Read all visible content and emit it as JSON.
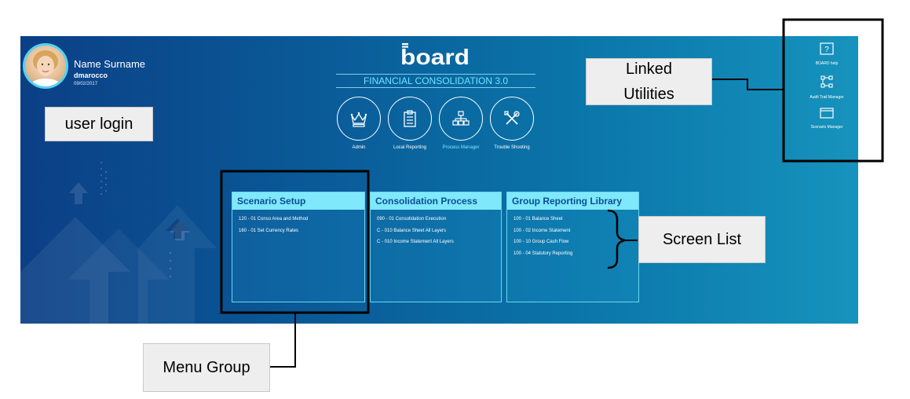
{
  "user": {
    "name": "Name Surname",
    "login": "dmarocco",
    "date": "09/02/2017"
  },
  "app": {
    "logo_text": "board",
    "title": "FINANCIAL CONSOLIDATION 3.0"
  },
  "nav": [
    {
      "label": "Admin",
      "icon": "crown-icon",
      "active": false
    },
    {
      "label": "Local Reporting",
      "icon": "clipboard-icon",
      "active": false
    },
    {
      "label": "Process Manager",
      "icon": "hierarchy-icon",
      "active": true
    },
    {
      "label": "Trouble Shooting",
      "icon": "tools-icon",
      "active": false
    }
  ],
  "utilities": [
    {
      "label": "BOARD help",
      "icon": "help-icon",
      "glyph": "?"
    },
    {
      "label": "Audit Trail Manager",
      "icon": "audit-trail-icon"
    },
    {
      "label": "Scenario Manager",
      "icon": "window-icon"
    }
  ],
  "panels": [
    {
      "title": "Scenario Setup",
      "items": [
        "120 - 01 Conso Area and Method",
        "160 - 01 Set Currency Rates"
      ]
    },
    {
      "title": "Consolidation Process",
      "items": [
        "090 - 01 Consolidation Execution",
        "C - 010 Balance Sheet All Layers",
        "C - 010 Income Statement All Layers"
      ]
    },
    {
      "title": "Group Reporting Library",
      "items": [
        "100 - 01 Balance Sheet",
        "100 - 02 Income Statement",
        "100 - 10 Group Cash Flow",
        "100 - 04 Statutory Reporting"
      ]
    }
  ],
  "callouts": {
    "user_login": "user login",
    "linked_utilities_line1": "Linked",
    "linked_utilities_line2": "Utilities",
    "screen_list": "Screen List",
    "menu_group": "Menu Group"
  },
  "colors": {
    "accent_cyan": "#7fe8fb",
    "panel_title_text": "#0b4f93",
    "background_dark": "#0b3f86",
    "background_light": "#1693bd"
  }
}
